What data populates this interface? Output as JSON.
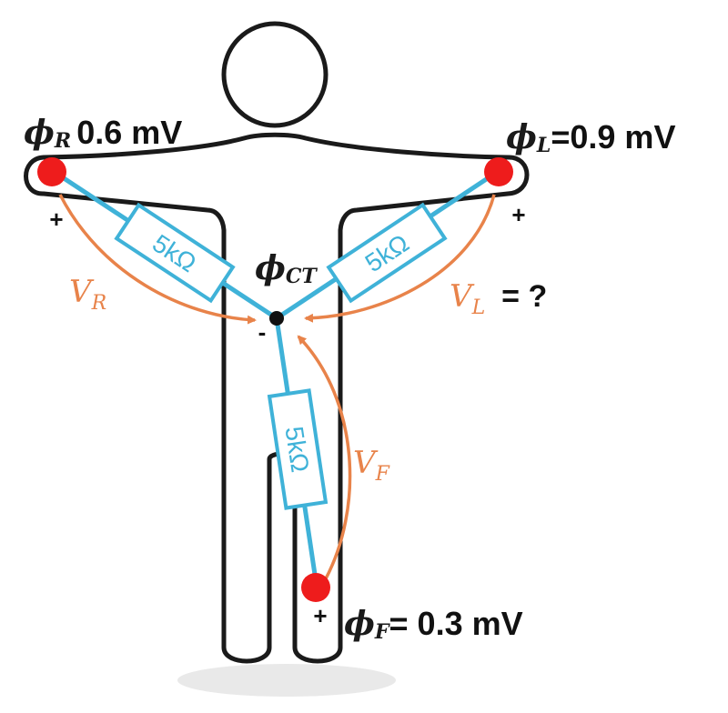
{
  "electrodes": {
    "right": {
      "symbol": "ϕ",
      "subscript": "R",
      "value": "0.6 mV",
      "sign": "+"
    },
    "left": {
      "symbol": "ϕ",
      "subscript": "L",
      "value": "=0.9 mV",
      "sign": "+"
    },
    "foot": {
      "symbol": "ϕ",
      "subscript": "F",
      "value": "= 0.3 mV",
      "sign": "+"
    }
  },
  "center": {
    "symbol": "ϕ",
    "subscript": "CT",
    "sign": "-"
  },
  "resistors": {
    "right": "5kΩ",
    "left": "5kΩ",
    "foot": "5kΩ"
  },
  "voltages": {
    "right": {
      "symbol": "V",
      "subscript": "R"
    },
    "left": {
      "symbol": "V",
      "subscript": "L",
      "suffix": "= ?"
    },
    "foot": {
      "symbol": "V",
      "subscript": "F"
    }
  },
  "colors": {
    "body_outline": "#1a1a1a",
    "wire": "#3fb2d8",
    "electrode": "#ee1c1c",
    "voltage_arrow": "#e8834a",
    "ground_shadow": "#e6e6e6"
  }
}
